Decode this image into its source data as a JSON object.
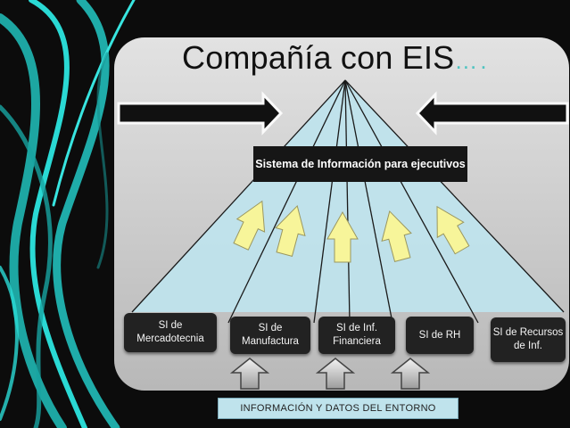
{
  "title": "Compañía con EIS",
  "title_ellipsis": "….",
  "executive_system": "Sistema de Información para ejecutivos",
  "subsystems": [
    "SI de Mercadotecnia",
    "SI de Manufactura",
    "SI de Inf. Financiera",
    "SI de RH",
    "SI de Recursos de Inf."
  ],
  "footer": "INFORMACIÓN Y DATOS DEL ENTORNO",
  "colors": {
    "swirl": "#2ad9d4",
    "panel": "#c4c4c4",
    "triangle": "#bfe3ec",
    "up_arrow": "#f7f59a",
    "box": "#222222"
  }
}
